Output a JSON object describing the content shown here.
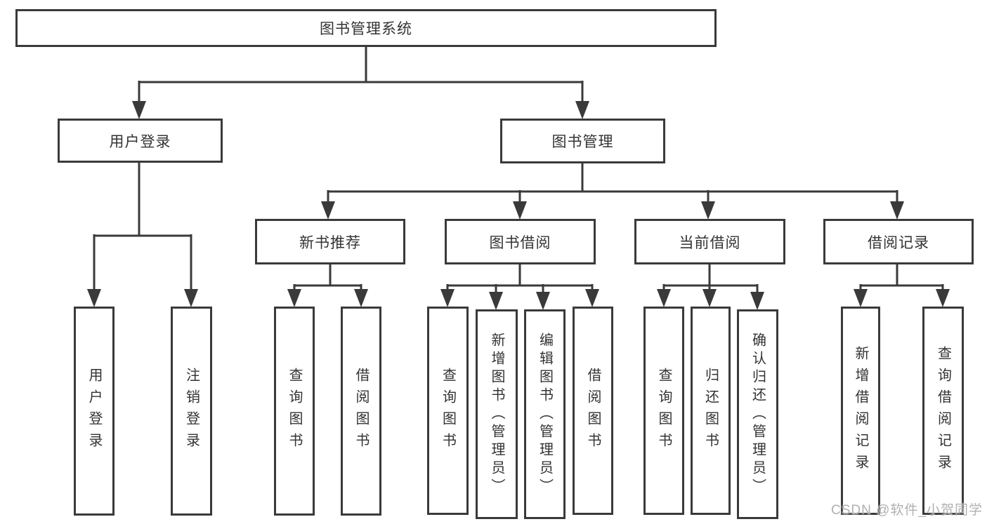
{
  "diagram": {
    "root": {
      "label": "图书管理系统",
      "children": [
        {
          "label": "用户登录",
          "children": [
            {
              "label": "用户登录"
            },
            {
              "label": "注销登录"
            }
          ]
        },
        {
          "label": "图书管理",
          "children": [
            {
              "label": "新书推荐",
              "children": [
                {
                  "label": "查询图书"
                },
                {
                  "label": "借阅图书"
                }
              ]
            },
            {
              "label": "图书借阅",
              "children": [
                {
                  "label": "查询图书"
                },
                {
                  "label": "新增图书（管理员）"
                },
                {
                  "label": "编辑图书（管理员）"
                },
                {
                  "label": "借阅图书"
                }
              ]
            },
            {
              "label": "当前借阅",
              "children": [
                {
                  "label": "查询图书"
                },
                {
                  "label": "归还图书"
                },
                {
                  "label": "确认归还（管理员）"
                }
              ]
            },
            {
              "label": "借阅记录",
              "children": [
                {
                  "label": "新增借阅记录"
                },
                {
                  "label": "查询借阅记录"
                }
              ]
            }
          ]
        }
      ]
    }
  },
  "watermark": {
    "text": "CSDN @软件_小贺同学"
  },
  "colors": {
    "line": "#3a3a3a",
    "text": "#333333",
    "watermark_text": "#b0b0b0",
    "background": "#ffffff"
  }
}
